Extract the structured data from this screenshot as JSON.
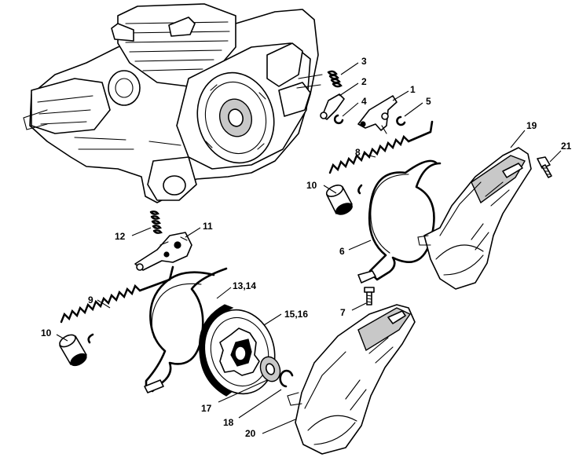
{
  "callouts": {
    "c1": "1",
    "c2": "2",
    "c3": "3",
    "c4": "4",
    "c5": "5",
    "c6": "6",
    "c7": "7",
    "c8": "8",
    "c9": "9",
    "c10a": "10",
    "c10b": "10",
    "c11": "11",
    "c12": "12",
    "c13_14": "13,14",
    "c15_16": "15,16",
    "c17": "17",
    "c18": "18",
    "c19": "19",
    "c20": "20",
    "c21": "21"
  },
  "colors": {
    "ink": "#000000",
    "paper": "#ffffff",
    "shade": "#c8c8c8"
  }
}
